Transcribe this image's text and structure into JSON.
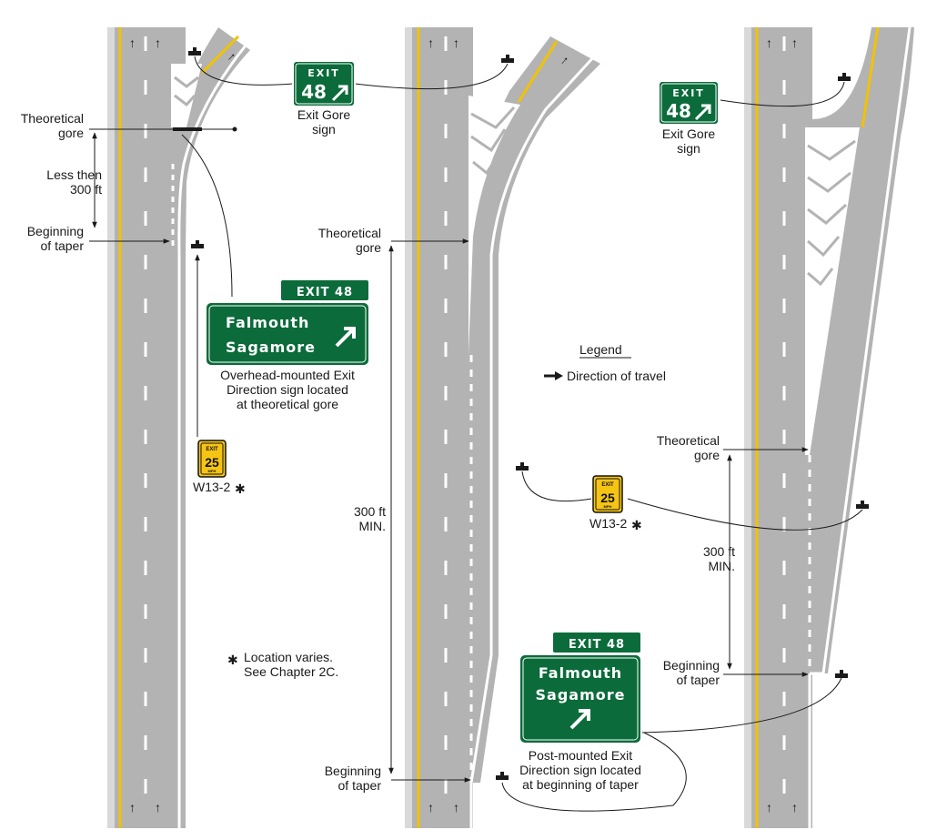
{
  "colors": {
    "pavement": "#b3b3b3",
    "shoulder": "#d9d9d9",
    "edge_line": "#ffffff",
    "center_line": "#f2c200",
    "sign_green": "#0b6b3a",
    "sign_yellow": "#f6c514",
    "leader": "#1a1a1a"
  },
  "left_panel": {
    "theoretical_gore": "Theoretical\ngore",
    "less_than": "Less then\n300 ft",
    "beginning_taper": "Beginning\nof taper",
    "exit_gore_caption": "Exit Gore\nsign",
    "overhead_caption": "Overhead-mounted Exit\nDirection sign located\nat theoretical gore",
    "w13_label": "W13-2"
  },
  "middle_panel": {
    "theoretical_gore": "Theoretical\ngore",
    "distance": "300 ft\nMIN.",
    "beginning_taper": "Beginning\nof taper",
    "legend_title": "Legend",
    "legend_item": "Direction of travel",
    "location_note": "Location varies.\nSee Chapter 2C.",
    "post_caption": "Post-mounted Exit\nDirection sign located\nat beginning of taper"
  },
  "right_panel": {
    "exit_gore_caption": "Exit Gore\nsign",
    "theoretical_gore": "Theoretical\ngore",
    "distance": "300 ft\nMIN.",
    "beginning_taper": "Beginning\nof taper",
    "w13_label": "W13-2"
  },
  "signs": {
    "exit_word": "EXIT",
    "exit_number": "48",
    "exit_tab": "EXIT 48",
    "dest_line1": "Falmouth",
    "dest_line2": "Sagamore",
    "advisory_top": "EXIT",
    "advisory_speed": "25",
    "advisory_unit": "MPH"
  },
  "asterisk": "✱"
}
